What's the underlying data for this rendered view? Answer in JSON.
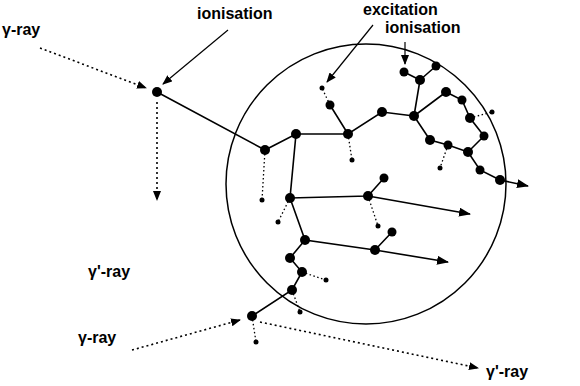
{
  "diagram": {
    "labels": [
      "excitation",
      "ionisation",
      "ionisation",
      "γ-ray",
      "γ'-ray",
      "γ-ray",
      "γ'-ray"
    ]
  }
}
